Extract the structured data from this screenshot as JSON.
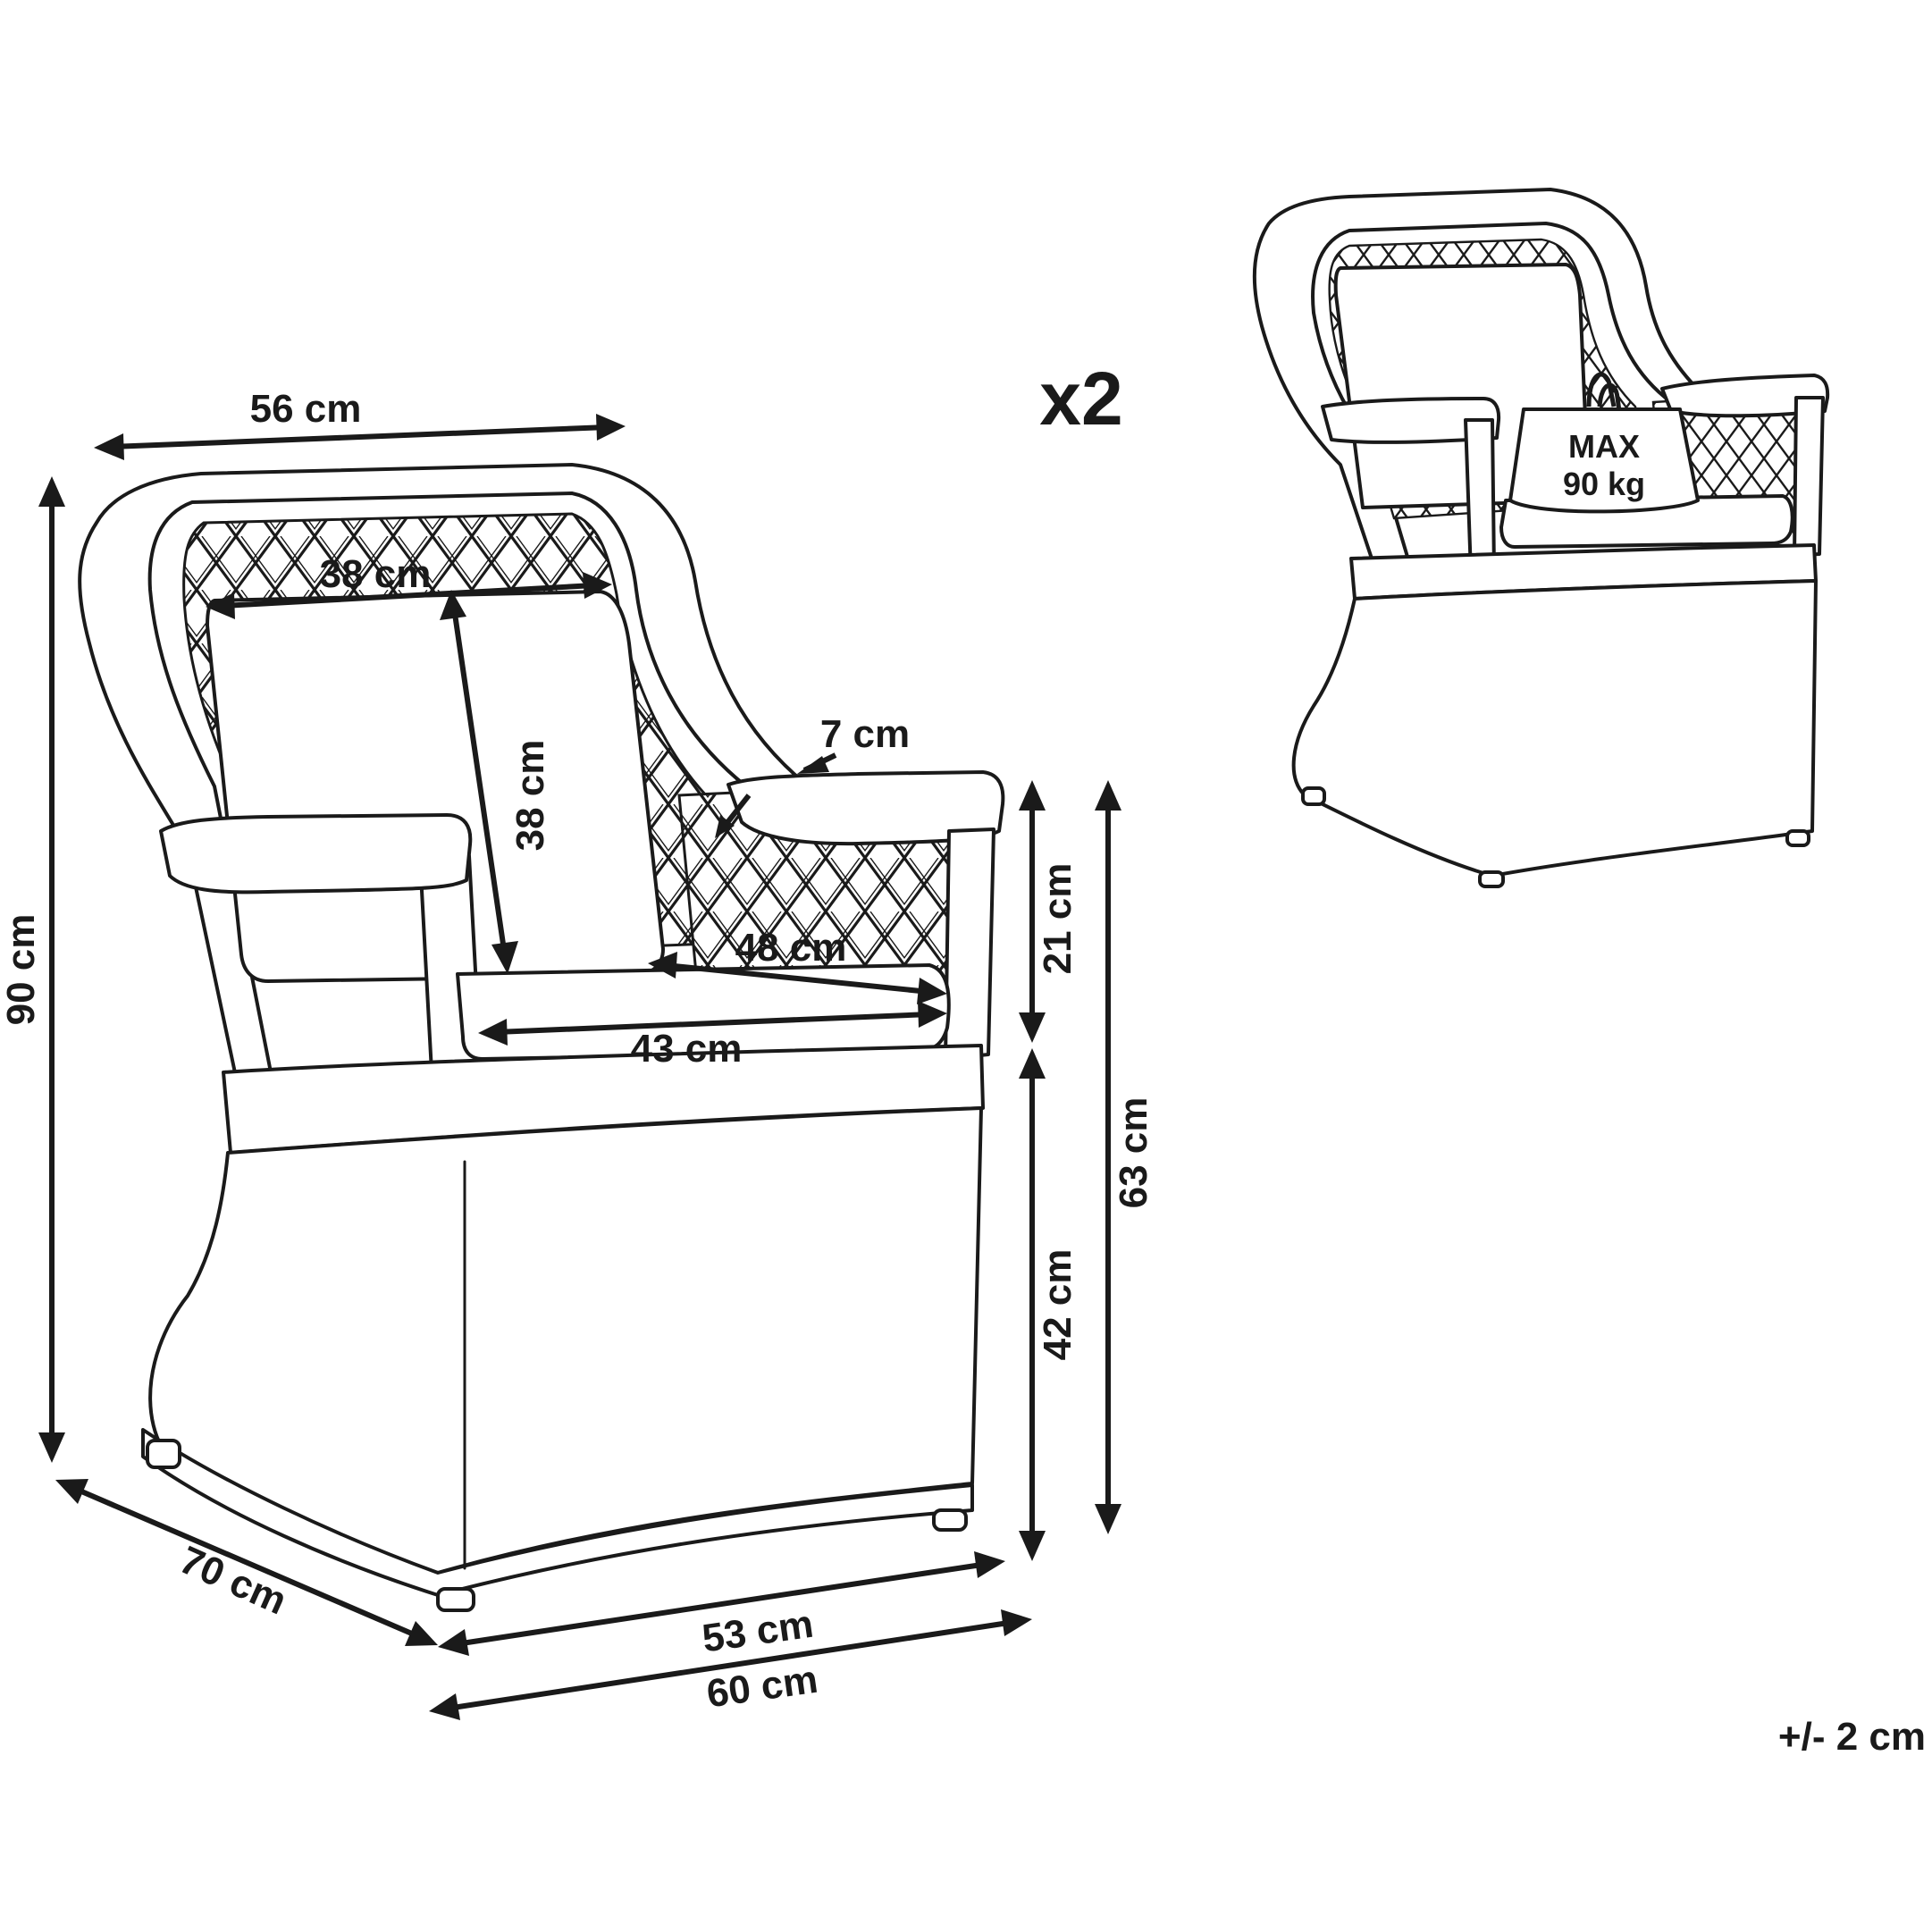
{
  "dimensions": {
    "top_width": "56 cm",
    "backrest_width": "38 cm",
    "backrest_height": "38 cm",
    "armrest_thickness": "7 cm",
    "seat_depth": "48 cm",
    "seat_width": "43 cm",
    "total_height": "90 cm",
    "arm_above_seat": "21 cm",
    "seat_height": "42 cm",
    "arm_height": "63 cm",
    "depth": "70 cm",
    "base_width": "53 cm",
    "overall_width": "60 cm"
  },
  "quantity": "x2",
  "weight_limit": {
    "line1": "MAX",
    "line2": "90 kg"
  },
  "tolerance": "+/- 2 cm"
}
